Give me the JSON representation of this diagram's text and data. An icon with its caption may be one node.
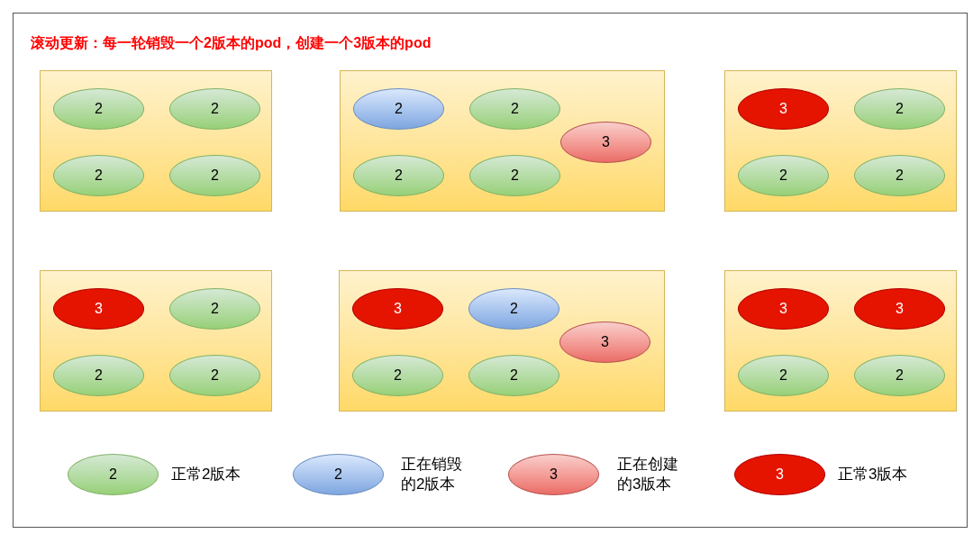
{
  "diagram": {
    "title": "滚动更新：每一轮销毁一个2版本的pod，创建一个3版本的pod",
    "nodes": [
      {
        "text": [],
        "shape": "box"
      },
      {
        "text": [
          "2"
        ],
        "in": 0
      },
      {
        "text": [
          "2"
        ],
        "in": 0
      },
      {
        "text": [
          "2"
        ],
        "in": 0
      },
      {
        "text": [
          "2"
        ],
        "in": 0
      },
      {
        "text": [],
        "shape": "box"
      },
      {
        "text": [
          "2"
        ],
        "in": 5
      },
      {
        "text": [
          "2"
        ],
        "in": 5
      },
      {
        "text": [
          "3"
        ],
        "in": 5
      },
      {
        "text": [
          "2"
        ],
        "in": 5
      },
      {
        "text": [
          "2"
        ],
        "in": 5
      },
      {
        "text": [],
        "shape": "box"
      },
      {
        "text": [
          "3"
        ],
        "in": 11
      },
      {
        "text": [
          "2"
        ],
        "in": 11
      },
      {
        "text": [
          "2"
        ],
        "in": 11
      },
      {
        "text": [
          "2"
        ],
        "in": 11
      },
      {
        "text": [],
        "shape": "box"
      },
      {
        "text": [
          "3"
        ],
        "in": 16
      },
      {
        "text": [
          "2"
        ],
        "in": 16
      },
      {
        "text": [
          "2"
        ],
        "in": 16
      },
      {
        "text": [
          "2"
        ],
        "in": 16
      },
      {
        "text": [],
        "shape": "box"
      },
      {
        "text": [
          "3"
        ],
        "in": 21
      },
      {
        "text": [
          "2"
        ],
        "in": 21
      },
      {
        "text": [
          "3"
        ],
        "in": 21
      },
      {
        "text": [
          "2"
        ],
        "in": 21
      },
      {
        "text": [
          "2"
        ],
        "in": 21
      },
      {
        "text": [],
        "shape": "box"
      },
      {
        "text": [
          "3"
        ],
        "in": 27
      },
      {
        "text": [
          "3"
        ],
        "in": 27
      },
      {
        "text": [
          "2"
        ],
        "in": 27
      },
      {
        "text": [
          "2"
        ],
        "in": 27
      },
      {
        "text": [
          "2"
        ],
        "beside": [
          "正常2版本"
        ]
      },
      {
        "text": [
          "2"
        ],
        "beside": [
          "正在销毁的2版本"
        ]
      },
      {
        "text": [
          "3"
        ],
        "beside": [
          "正在创建的3版本"
        ]
      },
      {
        "text": [
          "3"
        ],
        "beside": [
          "正常3版本"
        ]
      }
    ],
    "edges": []
  }
}
